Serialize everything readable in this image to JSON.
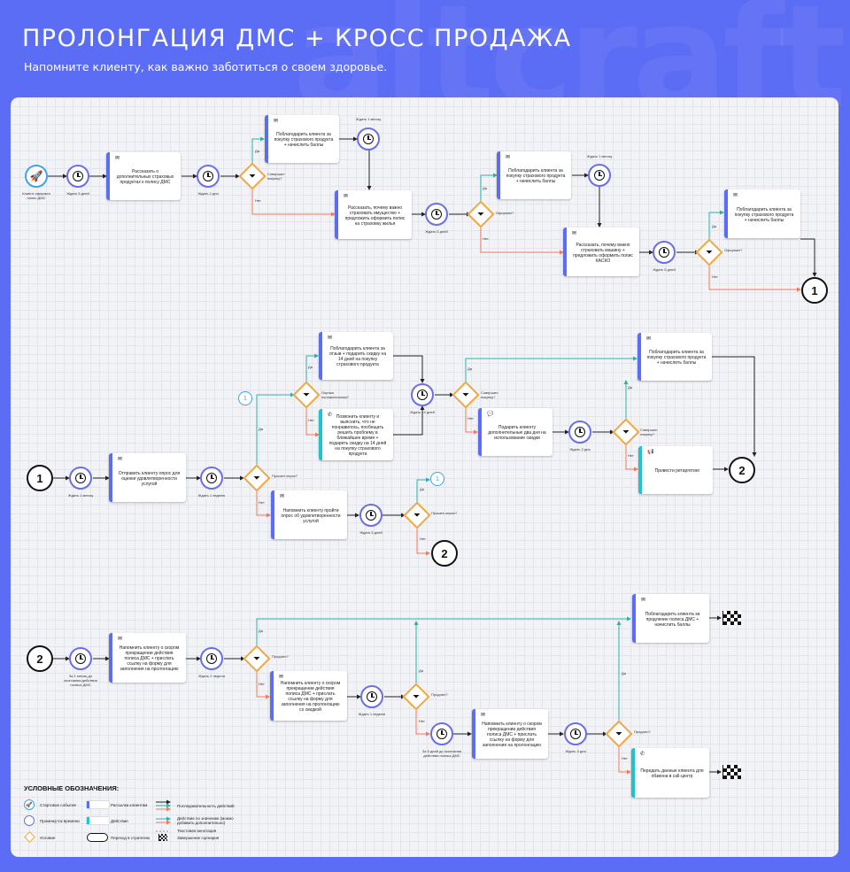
{
  "header": {
    "title": "ПРОЛОНГАЦИЯ ДМС + КРОСС ПРОДАЖА",
    "subtitle": "Напомните клиенту, как важно заботиться о своем здоровье.",
    "watermark": "altcraft"
  },
  "colors": {
    "background": "#5b6cf5",
    "card_mail": "#5b6cf5",
    "card_action": "#1fc3cf",
    "yes_arrow": "#2ab3a8",
    "no_arrow": "#f07a5a",
    "condition": "#f0a640",
    "timer": "#6b6ee8"
  },
  "nodes": {
    "start_label": "Клиент оформил полис ДМС",
    "r1": {
      "t1": "Ждать 5 дней",
      "c1": "Рассказать о дополнительных страховых продуктах к полису ДМС",
      "t2": "Ждать 2 дня",
      "q1": "Совершил покупку?",
      "c2": "Поблагодарить клиента за покупку страхового продукта + начислить баллы",
      "t3": "Ждать 1 месяц",
      "c3": "Рассказать, почему важно страховать имущество + предложить оформить полис на страховку жилья",
      "t4": "Ждать 5 дней",
      "q2": "Оформил?",
      "c4": "Поблагодарить клиента за покупку страхового продукта + начислить баллы",
      "t5": "Ждать 1 месяц",
      "c5": "Рассказать, почему важно страховать машину + предложить оформить полис КАСКО",
      "t6": "Ждать 5 дней",
      "q3": "Оформил?",
      "c6": "Поблагодарить клиента за покупку страхового продукта + начислить баллы",
      "end": "1"
    },
    "r2": {
      "start": "1",
      "t1": "Ждать 1 месяц",
      "c1": "Отправить клиенту опрос для оценки удовлетворенности услугой",
      "t2": "Ждать 1 неделю",
      "q1": "Прошел опрос?",
      "ref1": "1",
      "q2": "Оценка положительная?",
      "c2": "Поблагодарить клиента за отзыв + подарить скидку на 14 дней на покупку страхового продукта",
      "c3": "Позвонить клиенту и выяснить, что не понравилось, пообещать решить проблему в ближайшее время + подарить скидку на 14 дней на покупку страхового продукта",
      "t3": "Ждать 14 дней",
      "q3": "Совершил покупку?",
      "c4": "Поблагодарить клиента за покупку страхового продукта + начислить баллы",
      "c5": "Подарить клиенту дополнительные два дня на использование скидки",
      "t4": "Ждать 2 дня",
      "q4": "Совершил покупку?",
      "c6": "Провести ретаргетинг",
      "end1": "2",
      "c7": "Напомнить клиенту пройти опрос об удовлетворенности услугой",
      "t5": "Ждать 5 дней",
      "q5": "Прошел опрос?",
      "ref2": "1",
      "end2": "2"
    },
    "r3": {
      "start": "2",
      "t1": "За 1 месяц до окончания действия полиса ДМС",
      "c1": "Напомнить клиенту о скором прекращении действия полиса ДМС + прислать ссылку на форму для заполнения на пролонгацию",
      "t2": "Ждать 2 недели",
      "q1": "Продлил?",
      "c2": "Поблагодарить клиента за продление полиса ДМС + начислить баллы",
      "c3": "Напомнить клиенту о скором прекращении действия полиса ДМС + прислать ссылку на форму для заполнения на пролонгацию со скидкой",
      "t3": "Ждать 1 неделю",
      "q2": "Продлил?",
      "t4": "За 5 дней до окончания действия полиса ДМС",
      "c4": "Напомнить клиенту о скором прекращении действия полиса ДМС + прислать ссылку на форму для заполнения на пролонгацию",
      "t5": "Ждать 4 дня",
      "q3": "Продлил?",
      "c5": "Передать данные клиента для обзвона в call-центр"
    },
    "yes": "Да",
    "no": "Нет"
  },
  "legend": {
    "title": "УСЛОВНЫЕ ОБОЗНАЧЕНИЯ:",
    "start": "Стартовое событие",
    "timer": "Промежуток времени",
    "condition": "Условие",
    "mailing": "Рассылка клиентам",
    "action": "Действие",
    "transition": "Переход в стратегию",
    "sequence": "Последовательность действий",
    "by_value": "Действие по значению (можно добавить дополнительно)",
    "text_annotation": "Текстовая аннотация",
    "end": "Завершение сценария"
  }
}
